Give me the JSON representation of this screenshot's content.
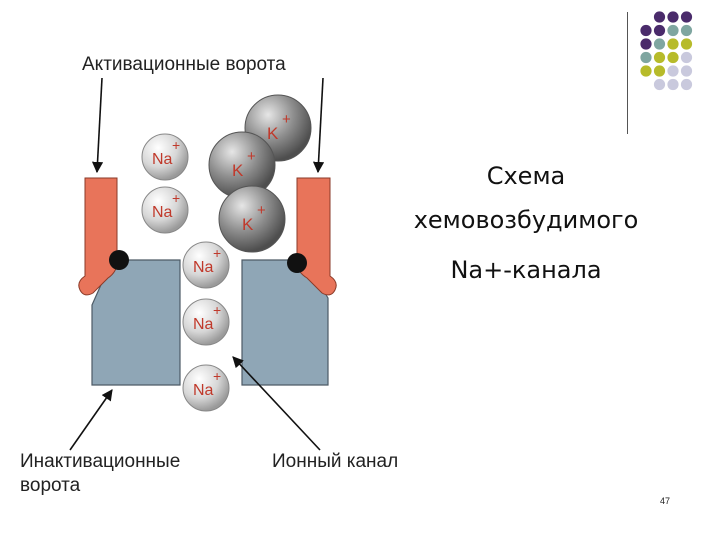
{
  "slide": {
    "title_lines": [
      "Схема",
      "хемовозбудимого",
      "Na+-канала"
    ],
    "page_number": "47"
  },
  "diagram": {
    "labels": {
      "activation_gate": "Активационные ворота",
      "inactivation_gate_line1": "Инактивационные",
      "inactivation_gate_line2": "ворота",
      "ion_channel": "Ионный канал"
    },
    "na_ion": "Na",
    "k_ion": "K",
    "plus": "+"
  },
  "colors": {
    "gate_orange": "#e8745a",
    "channel_blue": "#8fa6b6",
    "na_ball": "#d5d5d5",
    "k_ball": "#8c8c8c",
    "ion_text": "#c0392b",
    "dot_purple": "#4a2b6b",
    "dot_teal": "#7fa6a0",
    "dot_yellow": "#b7bb2a",
    "dot_lavender": "#c9c9dd"
  }
}
